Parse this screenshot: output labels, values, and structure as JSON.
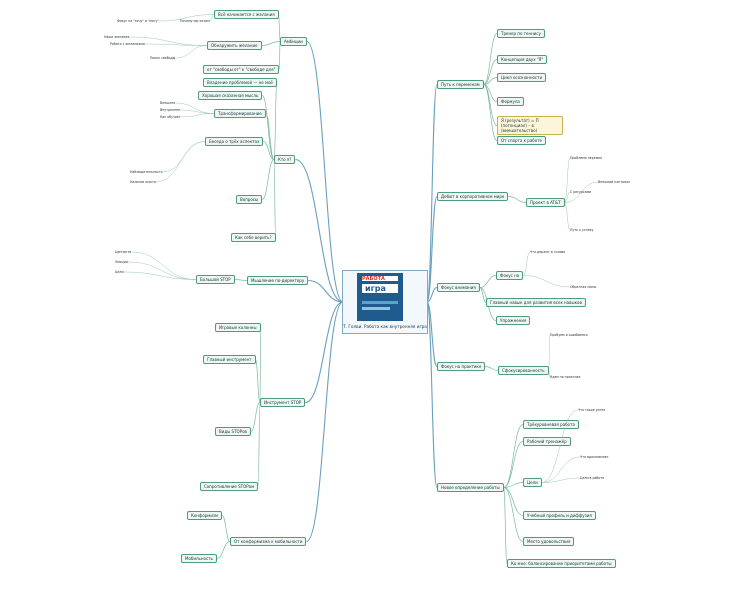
{
  "center": {
    "title": "Т. Голви. Работа как внутренняя игра",
    "cover_line1": "РАБОТА",
    "cover_line2": "игра"
  },
  "branches": {
    "ambitions": "Амбиции",
    "who_am_i": "Кто я?",
    "thinking": "Мышление по-директору",
    "stop": "Инструмент STOP",
    "conform": "От конформизма к мобильности",
    "path": "Путь к переменам",
    "corp": "Дебют в корпоративном мире",
    "focus": "Фокус внимания",
    "practice": "Фокус на практике",
    "goals": "Новое определение работы"
  },
  "labels": {
    "a1": "Всё начинается с желания",
    "a2": "Обнаружить желание",
    "a3": "от \"свободы от\" к \"свободе для\"",
    "a4": "Фокус на \"хочу\" и \"могу\"",
    "a5": "Почему мы хотим",
    "a6": "Наши желания",
    "a7": "Работа с желаниями",
    "a8": "Поиск свободы",
    "w1": "Владение проблемой — не моё",
    "w2": "Хорошая сказанная мысль",
    "w3": "Трансформирование",
    "w4": "Беседа о трёх аспектах",
    "w5": "Вопросы",
    "w6": "Как себе верить?",
    "w7": "Внешнее",
    "w8": "Внутреннее",
    "w9": "Как обучает",
    "w10": "Наблюдательность",
    "w11": "Наличие опыта",
    "t1": "Большой STOP",
    "t2": "Ценности",
    "t3": "Эмоции",
    "t4": "Цели",
    "s1": "Игровые колонны",
    "s2": "Главный инструмент",
    "s3": "Виды STOPов",
    "s4": "Сопротивление STOPам",
    "c1": "Конформизм",
    "c2": "Мобильность",
    "p1": "Тренер по теннису",
    "p2": "Концепция двух \"Я\"",
    "p3": "Цикл осознанности",
    "p4": "Формула",
    "p5": "Я (результат) = П (потенциал) – в (вмешательство)",
    "p6": "От спорта к работе",
    "r1": "Проект в AT&T",
    "r2": "Проблема перемен",
    "r3": "С ресурсами",
    "r4": "Внешний контроль",
    "r5": "Путь к успеху",
    "f1": "Фокус на",
    "f2": "Главный навык для развития всех навыков",
    "f3": "Упражнения",
    "f4": "Что держат в голове",
    "f5": "Обратная связь",
    "pr1": "Сфокусированность",
    "pr2": "Пробуем и ошибаемся",
    "pr3": "Идеи на практике",
    "g1": "Трёхуровневая работа",
    "g2": "Рабочий тренажёр",
    "g3": "Цели",
    "g4": "Учебный профиль и диффузия",
    "g5": "Место удовольствия",
    "g6": "Ко мне: балансирование приоритетами работы",
    "g7": "Что такое успех",
    "g8": "Что вдохновляет",
    "g9": "Цели в работе"
  }
}
